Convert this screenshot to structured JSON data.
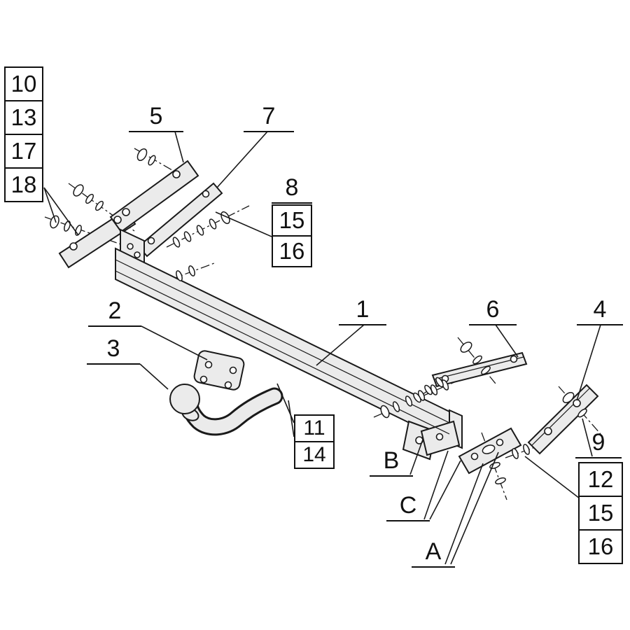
{
  "figure": {
    "type": "exploded-assembly-diagram",
    "subject": "towbar hitch exploded parts drawing",
    "background": "#ffffff",
    "line_color": "#1a1a1a",
    "part_fill": "#ebebeb",
    "hole_fill": "#ffffff"
  },
  "callouts": {
    "left_stack": [
      "10",
      "13",
      "17",
      "18"
    ],
    "c5": "5",
    "c7": "7",
    "c8": "8",
    "mid_stack": [
      "15",
      "16"
    ],
    "c2": "2",
    "c3": "3",
    "c1": "1",
    "c6": "6",
    "c4": "4",
    "stack_11_14": [
      "11",
      "14"
    ],
    "cB": "B",
    "cC": "C",
    "cA": "A",
    "c9": "9",
    "right_stack": [
      "12",
      "15",
      "16"
    ]
  }
}
